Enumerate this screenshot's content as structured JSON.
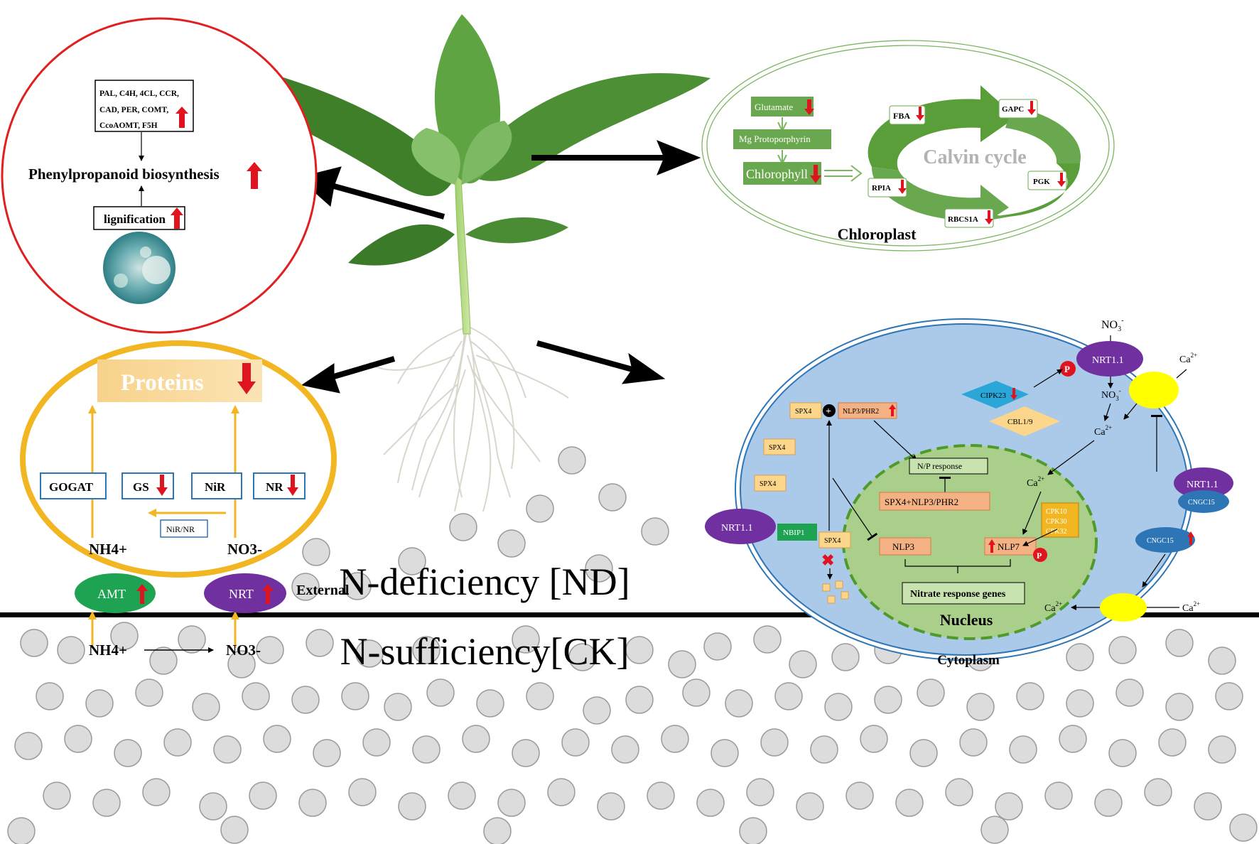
{
  "colors": {
    "red_arrow": "#e0141e",
    "circle_red": "#e02020",
    "chloro_green": "#5a9e3a",
    "chloro_box": "#6aa84f",
    "cell_fill": "#a9c8e6",
    "cell_stroke": "#2e75b6",
    "nucleus_fill": "#a9cf8a",
    "nucleus_stroke": "#4e9a2a",
    "gold": "#f3b623",
    "purple": "#7030a0",
    "green_amt": "#1ea352",
    "soil_circle": "#d9d9d9",
    "orange_box": "#f4b183",
    "yellow_box": "#fcd68a"
  },
  "phenyl": {
    "genes_line1": "PAL, C4H, 4CL, CCR,",
    "genes_line2": "CAD, PER, COMT,",
    "genes_line3": "CcoAOMT, F5H",
    "title": "Phenylpropanoid  biosynthesis",
    "lignification": "lignification"
  },
  "chloroplast": {
    "glutamate": "Glutamate",
    "mg": "Mg Protoporphyrin",
    "chlorophyll": "Chlorophyll",
    "calvin": "Calvin cycle",
    "fba": "FBA",
    "gapc": "GAPC",
    "rpia": "RPIA",
    "pgk": "PGK",
    "rbcs": "RBCS1A",
    "label": "Chloroplast"
  },
  "nitrogen": {
    "proteins": "Proteins",
    "gogat": "GOGAT",
    "gs": "GS",
    "nir": "NiR",
    "nr": "NR",
    "nirnr": "NiR/NR",
    "nh4_in": "NH4+",
    "no3_in": "NO3-",
    "amt": "AMT",
    "nrt": "NRT",
    "external": "External",
    "nh4_out": "NH4+",
    "no3_out": "NO3-"
  },
  "cell": {
    "no3_top": "NO",
    "no3_sub": "3",
    "no3_sup": "-",
    "nrt11": "NRT1.1",
    "p": "P",
    "ca": "Ca",
    "ca_sup": "2+",
    "cipk23": "CIPK23",
    "cbl19": "CBL1/9",
    "spx4": "SPX4",
    "nlp3phr2": "NLP3/PHR2",
    "np_response": "N/P response",
    "complex": "SPX4+NLP3/PHR2",
    "nbip1": "NBIP1",
    "nlp3": "NLP3",
    "nlp7": "NLP7",
    "cpk10": "CPK10",
    "cpk30": "CPK30",
    "cpk32": "CPK32",
    "cngc15": "CNGC15",
    "nitrate_genes": "Nitrate response genes",
    "nucleus": "Nucleus",
    "cytoplasm": "Cytoplasm"
  },
  "labels": {
    "nd": "N-deficiency [ND]",
    "ck": "N-sufficiency[CK]"
  }
}
